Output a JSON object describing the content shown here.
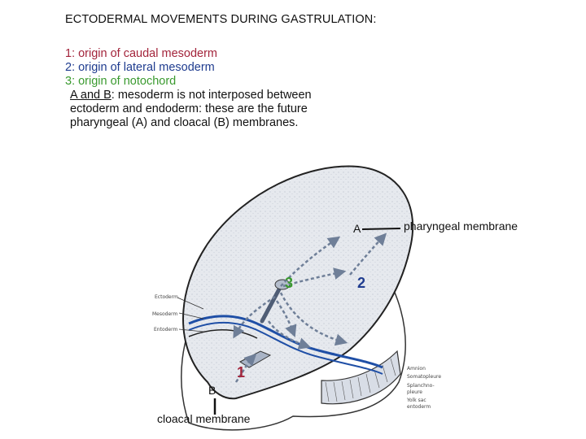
{
  "title": "ECTODERMAL MOVEMENTS DURING GASTRULATION:",
  "legend": {
    "item1": "1: origin of caudal mesoderm",
    "item2": "2: origin of lateral mesoderm",
    "item3": "3: origin of notochord",
    "note_ab_label": "A and B",
    "note_rest": ": mesoderm is not interposed between ectoderm and endoderm: these are the future pharyngeal (A) and cloacal (B) membranes."
  },
  "figure": {
    "label_a": "A",
    "label_b": "B",
    "num_1": "1",
    "num_2": "2",
    "num_3": "3",
    "pharyngeal": "pharyngeal membrane",
    "cloacal": "cloacal membrane",
    "left_labels": [
      "Ectoderm",
      "Mesoderm",
      "Entoderm"
    ],
    "right_labels": [
      "Amnion",
      "Somatopleure",
      "Splanchno-",
      "pleure",
      "Yolk sac",
      "entoderm"
    ]
  },
  "colors": {
    "caudal": "#a3243b",
    "lateral": "#1f3c8f",
    "notochord": "#3a9a2f",
    "arrow": "#6f7f98"
  }
}
